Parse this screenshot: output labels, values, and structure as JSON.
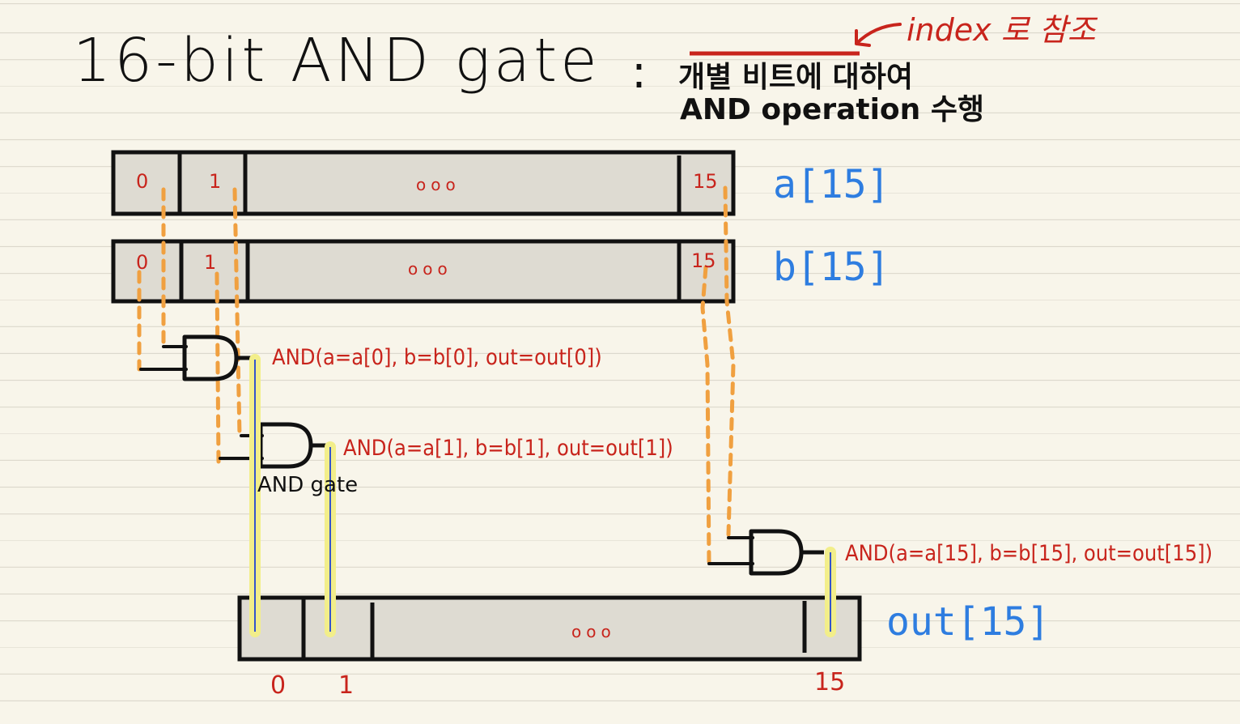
{
  "title": "16-bit  AND gate",
  "colon": ":",
  "description_line1": "개별 비트에 대하여",
  "description_line2": "AND operation 수행",
  "note": "index 로 참조",
  "registers": {
    "a": {
      "label": "a[15]",
      "cells": [
        "0",
        "1",
        "ooo",
        "15"
      ]
    },
    "b": {
      "label": "b[15]",
      "cells": [
        "0",
        "1",
        "ooo",
        "15"
      ]
    },
    "out": {
      "label": "out[15]",
      "cells": [
        "ooo"
      ],
      "indices": [
        "0",
        "1",
        "15"
      ]
    }
  },
  "gates": [
    {
      "expression": "AND(a=a[0], b=b[0], out=out[0])"
    },
    {
      "expression": "AND(a=a[1], b=b[1], out=out[1])"
    },
    {
      "expression": "AND(a=a[15], b=b[15], out=out[15])"
    }
  ],
  "gate_caption": "AND gate",
  "colors": {
    "ink": "#111111",
    "annotation_red": "#c8241c",
    "label_blue": "#2e7de0",
    "wire_orange": "#f0a040",
    "output_yellow": "#f2ee8a",
    "output_blue": "#3355cc",
    "register_fill": "#dedbd2"
  }
}
